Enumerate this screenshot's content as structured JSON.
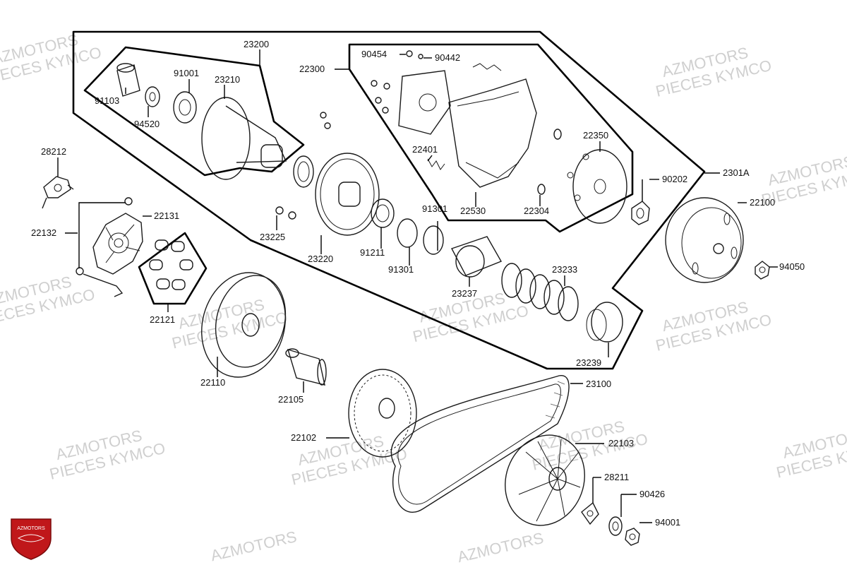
{
  "watermark": {
    "line1": "AZMOTORS",
    "line2": "PIECES KYMCO",
    "color": "#cfcfcf"
  },
  "logo": {
    "text": "AZMOTORS",
    "color": "#c0171a"
  },
  "parts": {
    "p28212": "28212",
    "p22132": "22132",
    "p22131": "22131",
    "p22121": "22121",
    "p23200": "23200",
    "p91001": "91001",
    "p23210": "23210",
    "p91103": "91103",
    "p94520": "94520",
    "p22300": "22300",
    "p90454": "90454",
    "p90442": "90442",
    "p22401": "22401",
    "p22350": "22350",
    "p90202": "90202",
    "p2301A": "2301A",
    "p22530": "22530",
    "p22304": "22304",
    "p22100": "22100",
    "p91301a": "91301",
    "p91301b": "91301",
    "p91211": "91211",
    "p23225": "23225",
    "p23220": "23220",
    "p23237": "23237",
    "p23233": "23233",
    "p94050": "94050",
    "p22110": "22110",
    "p22105": "22105",
    "p23239": "23239",
    "p23100": "23100",
    "p22102": "22102",
    "p22103": "22103",
    "p28211": "28211",
    "p90426": "90426",
    "p94001": "94001"
  }
}
